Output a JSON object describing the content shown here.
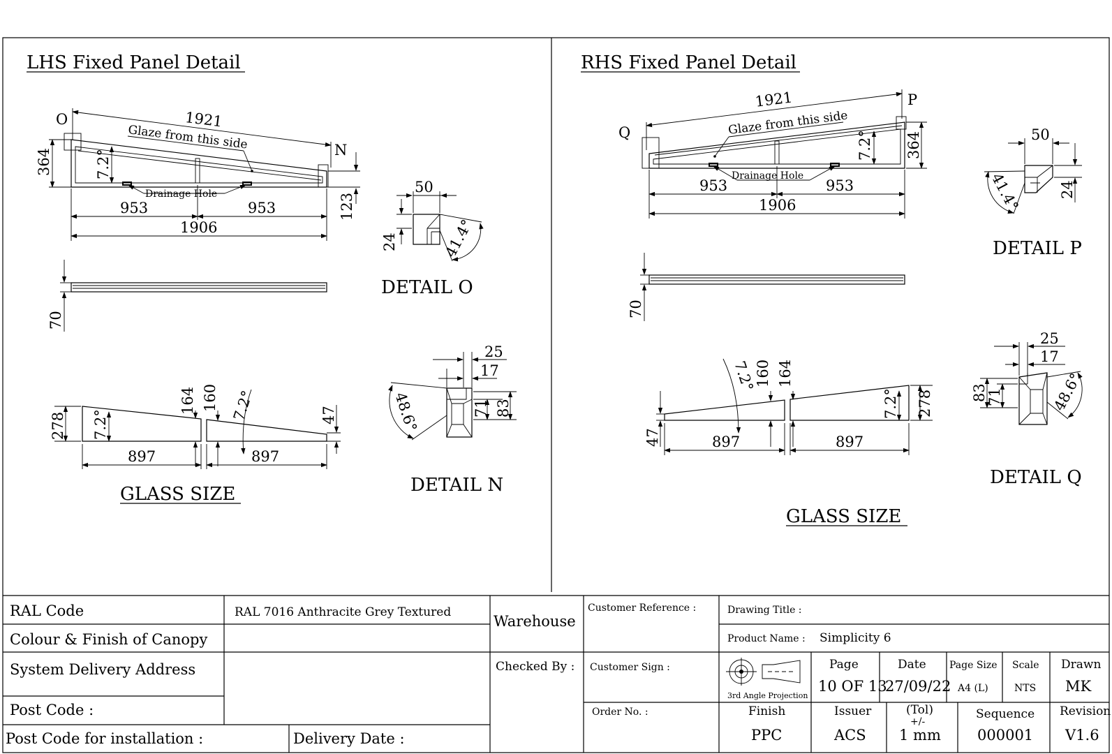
{
  "lhs": {
    "title": "LHS Fixed Panel Detail",
    "label_o": "O",
    "label_n": "N",
    "dim_1921": "1921",
    "glaze": "Glaze from this side",
    "dim_364": "364",
    "dim_123": "123",
    "angle_72": "7.2°",
    "drainage": "Drainage Hole",
    "dim_953a": "953",
    "dim_953b": "953",
    "dim_1906": "1906",
    "dim_70": "70",
    "glass_278": "278",
    "glass_angle_a": "7.2°",
    "glass_164": "164",
    "glass_160": "160",
    "glass_angle_b": "7.2°",
    "glass_47": "47",
    "glass_897a": "897",
    "glass_897b": "897",
    "glass_size": "GLASS SIZE",
    "detail_o": {
      "title": "DETAIL O",
      "d50": "50",
      "d24": "24",
      "angle": "41.4°"
    },
    "detail_n": {
      "title": "DETAIL N",
      "d25": "25",
      "d17": "17",
      "d71": "71",
      "d83": "83",
      "angle": "48.6°"
    }
  },
  "rhs": {
    "title": "RHS Fixed Panel Detail",
    "label_p": "P",
    "label_q": "Q",
    "dim_1921": "1921",
    "glaze": "Glaze from this side",
    "dim_364": "364",
    "angle_72": "7.2°",
    "drainage": "Drainage Hole",
    "dim_953a": "953",
    "dim_953b": "953",
    "dim_1906": "1906",
    "dim_70": "70",
    "glass_angle_a": "7.2°",
    "glass_160": "160",
    "glass_164": "164",
    "glass_47": "47",
    "glass_897a": "897",
    "glass_897b": "897",
    "glass_angle_b": "7.2°",
    "glass_278": "278",
    "glass_size": "GLASS SIZE",
    "detail_p": {
      "title": "DETAIL P",
      "d50": "50",
      "d24": "24",
      "angle": "41.4°"
    },
    "detail_q": {
      "title": "DETAIL Q",
      "d25": "25",
      "d17": "17",
      "d83": "83",
      "d71": "71",
      "angle": "48.6°"
    }
  },
  "title_block": {
    "ral_code_label": "RAL Code",
    "ral_code_value": "RAL 7016 Anthracite Grey Textured",
    "colour_label": "Colour & Finish of Canopy",
    "warehouse": "Warehouse",
    "customer_ref": "Customer Reference :",
    "drawing_title": "Drawing Title :",
    "product_name_label": "Product Name :",
    "product_name_value": "Simplicity 6",
    "delivery_address": "System Delivery Address",
    "checked_by": "Checked By :",
    "customer_sign": "Customer Sign :",
    "projection": "3rd Angle Projection",
    "page_label": "Page",
    "page_value": "10 OF 13",
    "date_label": "Date",
    "date_value": "27/09/22",
    "page_size_label": "Page Size",
    "page_size_value": "A4 (L)",
    "scale_label": "Scale",
    "scale_value": "NTS",
    "drawn_label": "Drawn",
    "drawn_value": "MK",
    "post_code": "Post Code :",
    "order_no": "Order No. :",
    "finish_label": "Finish",
    "finish_value": "PPC",
    "issuer_label": "Issuer",
    "issuer_value": "ACS",
    "tol_label": "(Tol)",
    "tol_pm": "+/-",
    "tol_value": "1 mm",
    "sequence_label": "Sequence",
    "sequence_value": "000001",
    "revision_label": "Revision",
    "revision_value": "V1.6",
    "post_code_install": "Post Code for installation :",
    "delivery_date": "Delivery Date :"
  }
}
